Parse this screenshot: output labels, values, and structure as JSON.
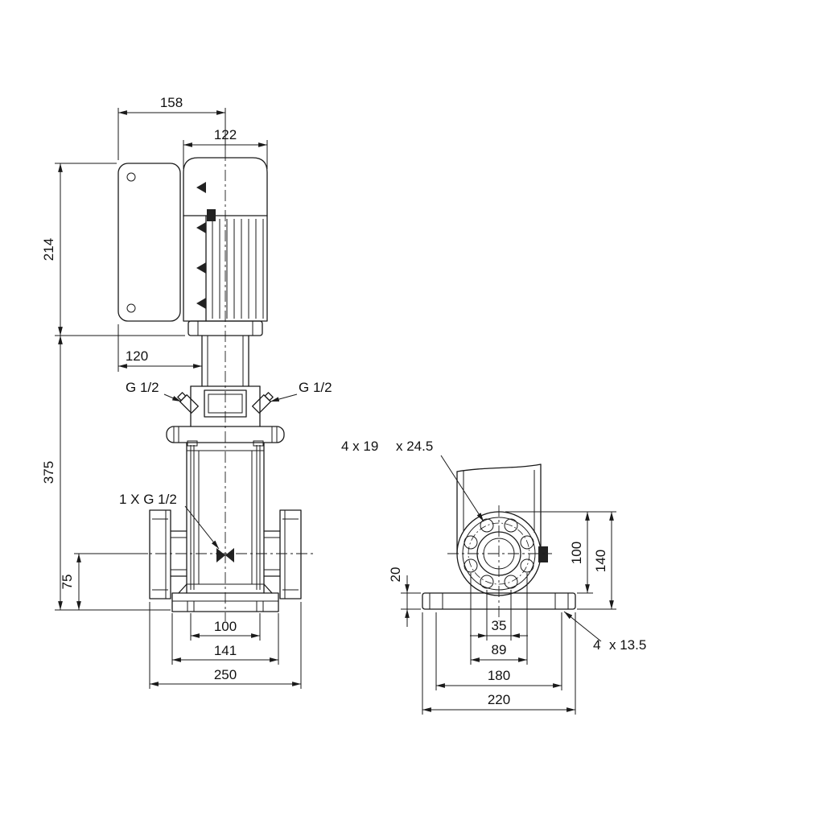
{
  "front_view": {
    "control_box_width": "158",
    "motor_width": "122",
    "motor_height": "214",
    "stool_offset": "120",
    "pump_height": "375",
    "port_height": "75",
    "plug_left": "G 1/2",
    "plug_right": "G 1/2",
    "drain_plug": "1 X G 1/2",
    "base_hole_span": "100",
    "base_width": "141",
    "overall_width": "250"
  },
  "end_view": {
    "flange_hole_spec_1": "4 x 19",
    "flange_hole_spec_2": "x 24.5",
    "flange_height": "100",
    "overall_height": "140",
    "base_thickness": "20",
    "port_span_inner": "35",
    "port_span_outer": "89",
    "base_hole_spacing": "180",
    "base_width": "220",
    "base_hole_spec_1": "4",
    "base_hole_spec_2": "x 13.5"
  }
}
